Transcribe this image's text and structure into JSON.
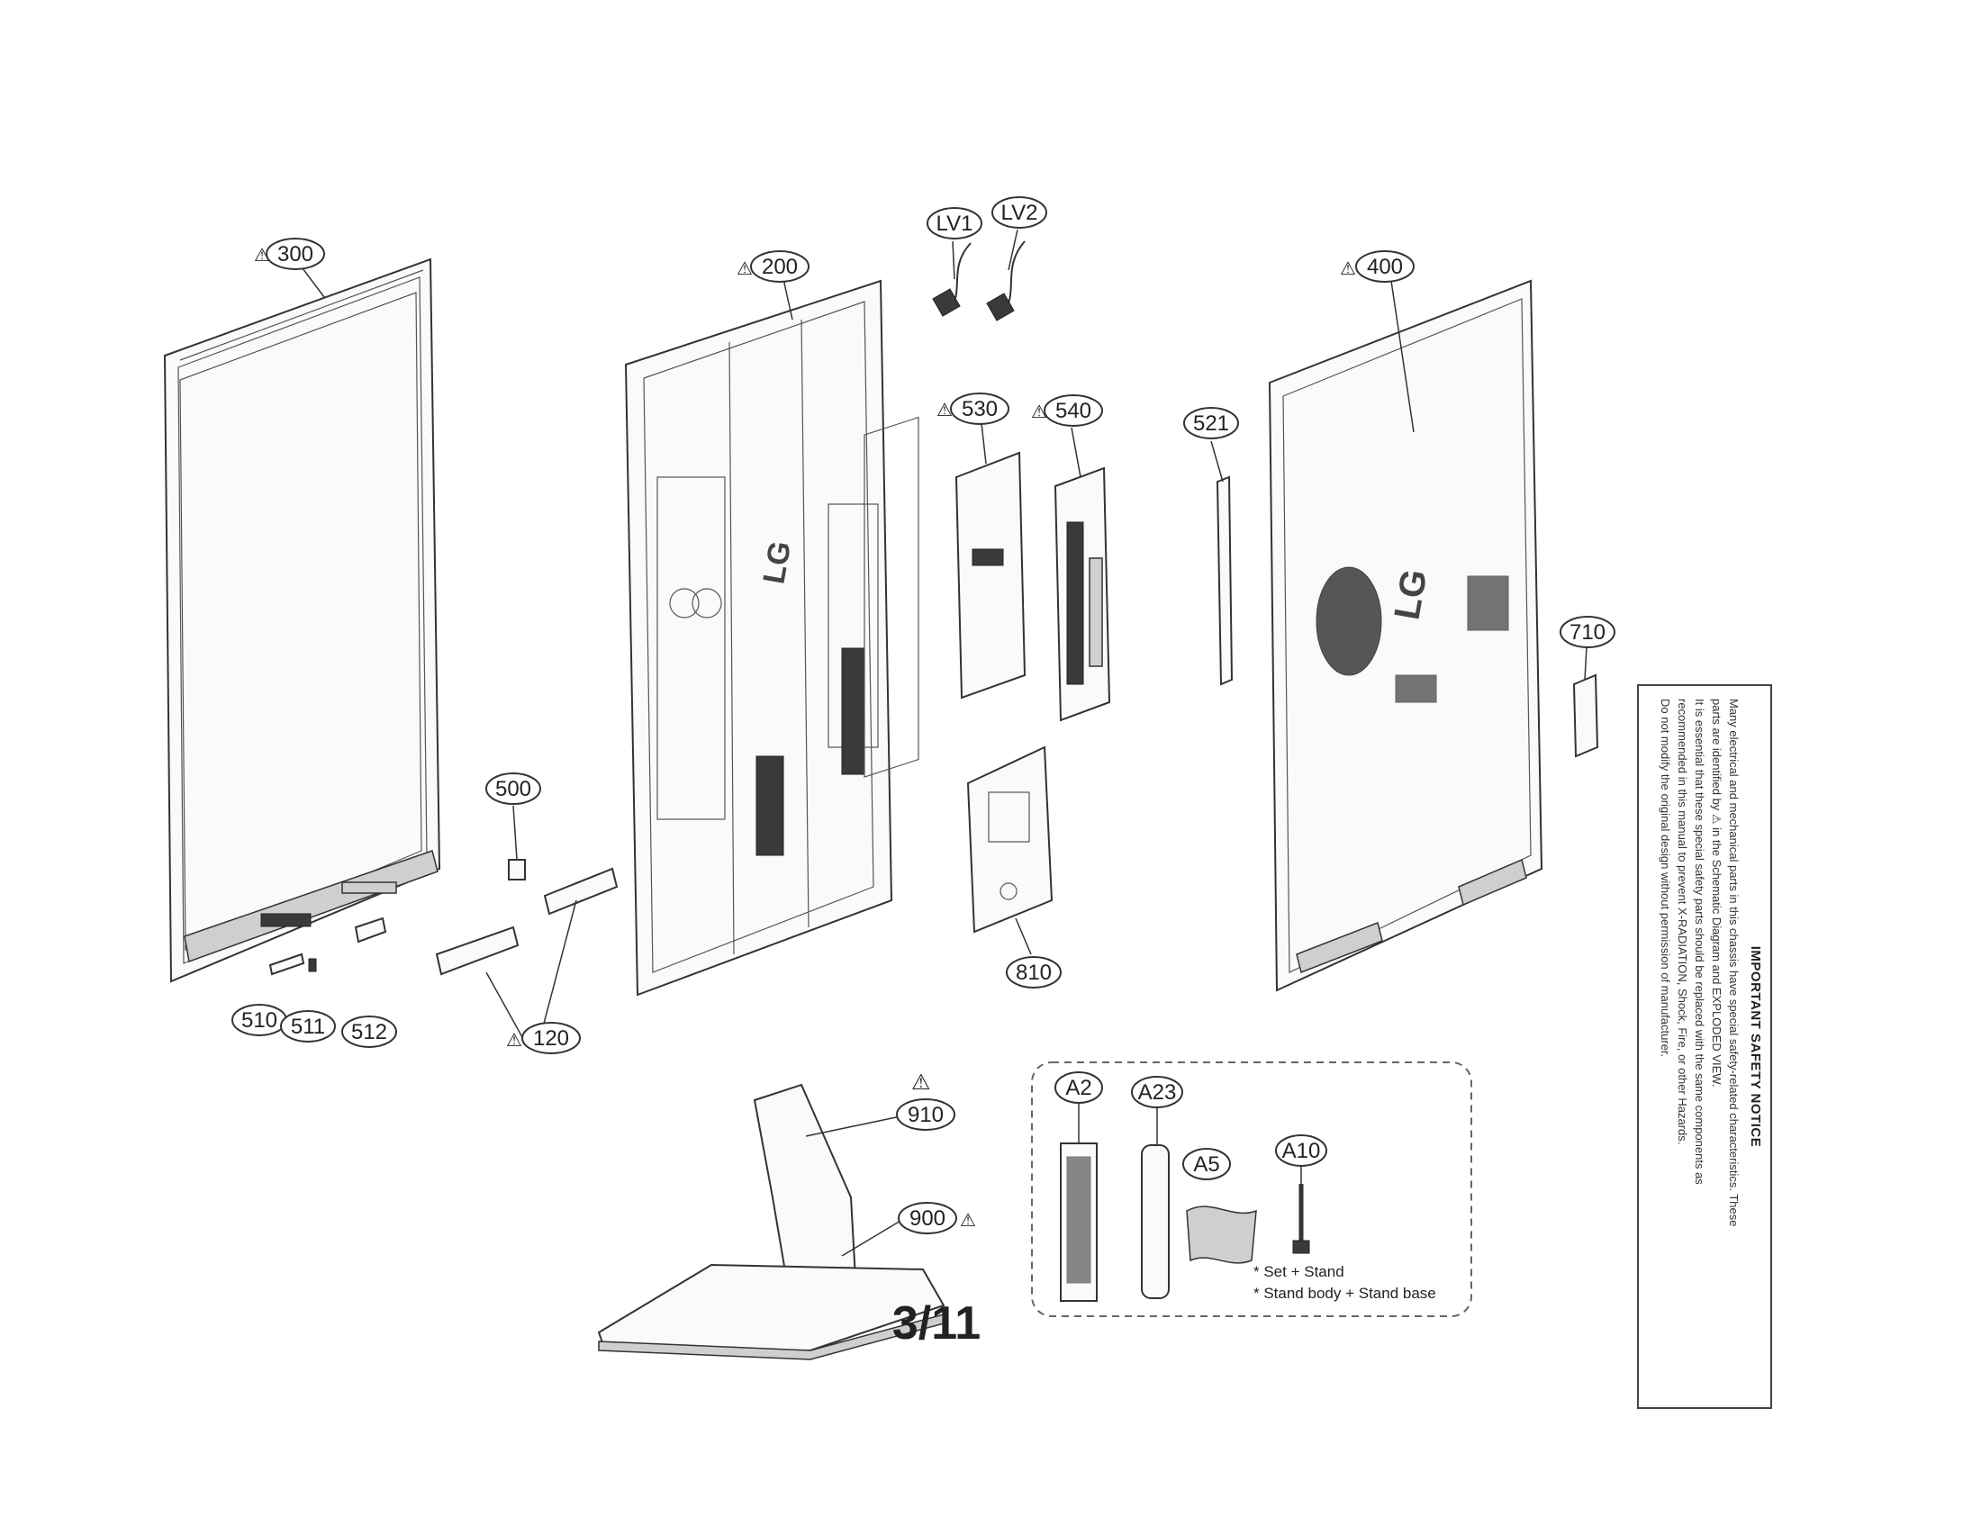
{
  "page": {
    "number": "3/11"
  },
  "warning_symbol": "⚠",
  "part_labels": {
    "p300": {
      "text": "300",
      "warn": true
    },
    "p200": {
      "text": "200",
      "warn": true
    },
    "lv1": {
      "text": "LV1",
      "warn": false
    },
    "lv2": {
      "text": "LV2",
      "warn": false
    },
    "p400": {
      "text": "400",
      "warn": true
    },
    "p530": {
      "text": "530",
      "warn": true
    },
    "p540": {
      "text": "540",
      "warn": true
    },
    "p521": {
      "text": "521",
      "warn": false
    },
    "p710": {
      "text": "710",
      "warn": false
    },
    "p500": {
      "text": "500",
      "warn": false
    },
    "p810": {
      "text": "810",
      "warn": false
    },
    "p510": {
      "text": "510",
      "warn": false
    },
    "p511": {
      "text": "511",
      "warn": false
    },
    "p512": {
      "text": "512",
      "warn": false
    },
    "p120": {
      "text": "120",
      "warn": true
    },
    "p910": {
      "text": "910",
      "warn": true
    },
    "p900": {
      "text": "900",
      "warn": true
    },
    "a2": {
      "text": "A2",
      "warn": false
    },
    "a23": {
      "text": "A23",
      "warn": false
    },
    "a5": {
      "text": "A5",
      "warn": false
    },
    "a10": {
      "text": "A10",
      "warn": false
    }
  },
  "logo_text": "LG",
  "accessory_notes": {
    "line1": "* Set + Stand",
    "line2": "* Stand body + Stand base"
  },
  "safety_notice": {
    "title": "IMPORTANT SAFETY NOTICE",
    "lines": [
      "Many electrical and mechanical parts in this chassis have special safety-related characteristics. These",
      "parts are identified by ⚠ in the Schematic Diagram and EXPLODED VIEW.",
      "It is essential that these special safety parts should be replaced with the same components as",
      "recommended in this manual to prevent X-RADIATION, Shock, Fire, or other Hazards.",
      "Do not modify the original design without permission of manufacturer."
    ]
  }
}
